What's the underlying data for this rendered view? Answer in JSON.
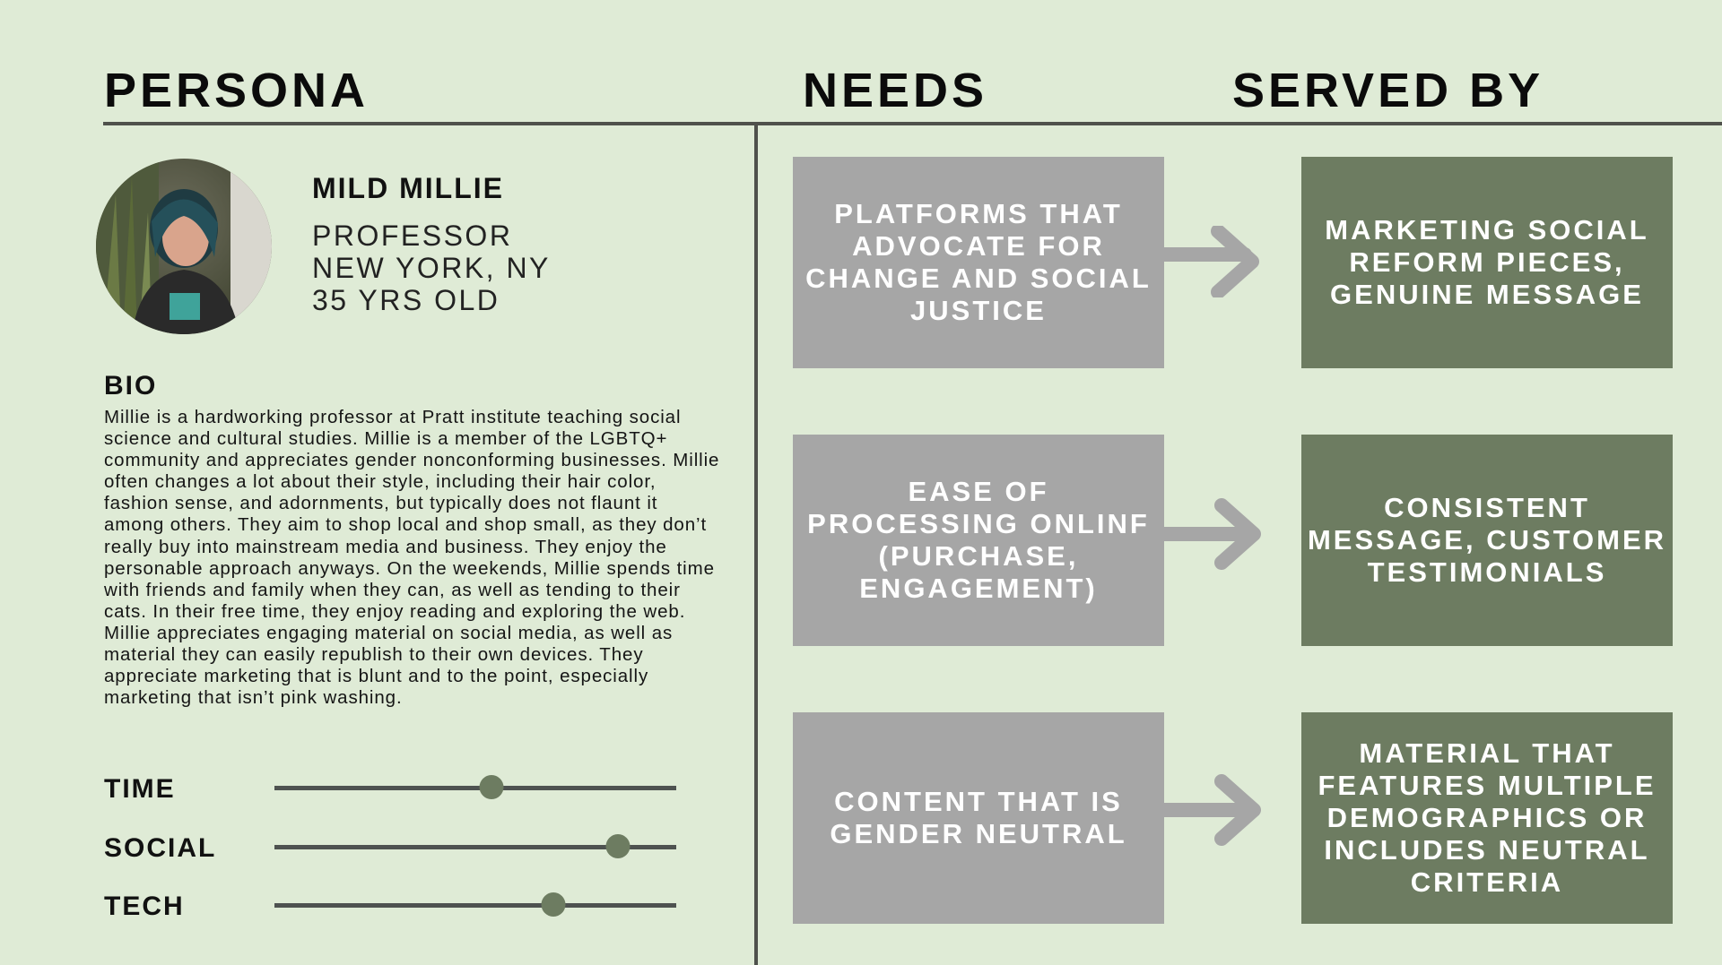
{
  "headers": {
    "persona": "PERSONA",
    "needs": "NEEDS",
    "served_by": "SERVED BY"
  },
  "persona": {
    "name": "MILD MILLIE",
    "occupation": "PROFESSOR",
    "location": "NEW YORK, NY",
    "age": "35 YRS OLD"
  },
  "bio": {
    "title": "BIO",
    "text": "Millie is a hardworking professor at Pratt institute teaching social science and cultural studies. Millie is a member of the LGBTQ+ community and appreciates gender nonconforming businesses. Millie often changes a lot about their style, including their hair color, fashion sense, and adornments, but typically does not flaunt it among others. They aim to shop local and shop small, as they don’t really buy into mainstream media and business. They enjoy the personable approach anyways. On the weekends, Millie spends time with friends and family when they can, as well as tending to their cats. In their free time, they enjoy reading and exploring the web. Millie appreciates engaging material on social media, as well as material they can easily republish to their own devices. They appreciate marketing that is blunt and to the point, especially marketing that isn’t pink washing."
  },
  "sliders": [
    {
      "label": "TIME",
      "value": 0.54
    },
    {
      "label": "SOCIAL",
      "value": 0.855
    },
    {
      "label": "TECH",
      "value": 0.695
    }
  ],
  "rows": [
    {
      "need": "PLATFORMS THAT ADVOCATE FOR CHANGE AND SOCIAL JUSTICE",
      "served_by": "MARKETING SOCIAL REFORM PIECES, GENUINE MESSAGE"
    },
    {
      "need": "EASE OF PROCESSING ONLINF (PURCHASE, ENGAGEMENT)",
      "served_by": "CONSISTENT MESSAGE, CUSTOMER TESTIMONIALS"
    },
    {
      "need": "CONTENT THAT IS GENDER NEUTRAL",
      "served_by": "MATERIAL THAT FEATURES MULTIPLE DEMOGRAPHICS OR INCLUDES NEUTRAL CRITERIA"
    }
  ],
  "colors": {
    "background": "#dfebd6",
    "need_box": "#a6a6a6",
    "served_box": "#6d7c61",
    "divider": "#4f514c",
    "arrow": "#a6a6a6"
  },
  "icons": {
    "arrow": "right-arrow-icon",
    "avatar": "persona-photo"
  }
}
